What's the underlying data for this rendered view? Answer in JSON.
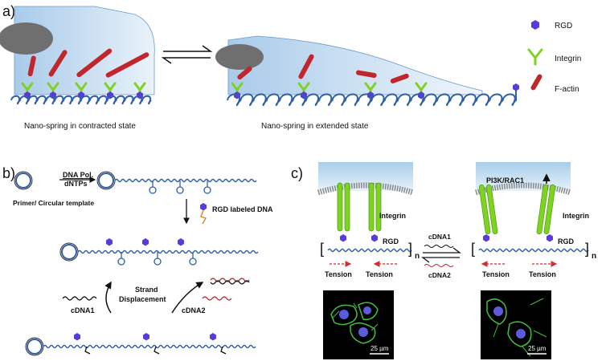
{
  "panels": {
    "a": {
      "label": "a)",
      "caption_left": "Nano-spring in contracted state",
      "caption_right": "Nano-spring in extended state",
      "legend": [
        {
          "icon": "rgd-hexagon-icon",
          "label": "RGD"
        },
        {
          "icon": "integrin-icon",
          "label": "Integrin"
        },
        {
          "icon": "f-actin-icon",
          "label": "F-actin"
        }
      ]
    },
    "b": {
      "label": "b)",
      "step1_line1": "DNA Pol.",
      "step1_line2": "dNTPs",
      "primer_label": "Primer/ Circular template",
      "rgd_dna_label": "RGD labeled DNA",
      "strand_line1": "Strand",
      "strand_line2": "Displacement",
      "cdna1": "cDNA1",
      "cdna2": "cDNA2"
    },
    "c": {
      "label": "c)",
      "left": {
        "integrin": "Integrin",
        "rgd": "RGD",
        "repeat": "n",
        "tension_left": "Tension",
        "tension_right": "Tension",
        "scalebar": "25 µm"
      },
      "right": {
        "pathway": "PI3K/RAC1",
        "integrin": "Integrin",
        "rgd": "RGD",
        "repeat": "n",
        "tension_left": "Tension",
        "tension_right": "Tension",
        "scalebar": "25 µm"
      },
      "exchange_top": "cDNA1",
      "exchange_bottom": "cDNA2"
    }
  },
  "colors": {
    "cell_blue": "#bcd8ee",
    "nucleus": "#6f6f6f",
    "spring_blue": "#2f5fa8",
    "rgd_purple": "#5a3ad9",
    "integrin_green": "#7ed321",
    "actin_red": "#c0272d",
    "tension_red": "#d62c2c"
  }
}
